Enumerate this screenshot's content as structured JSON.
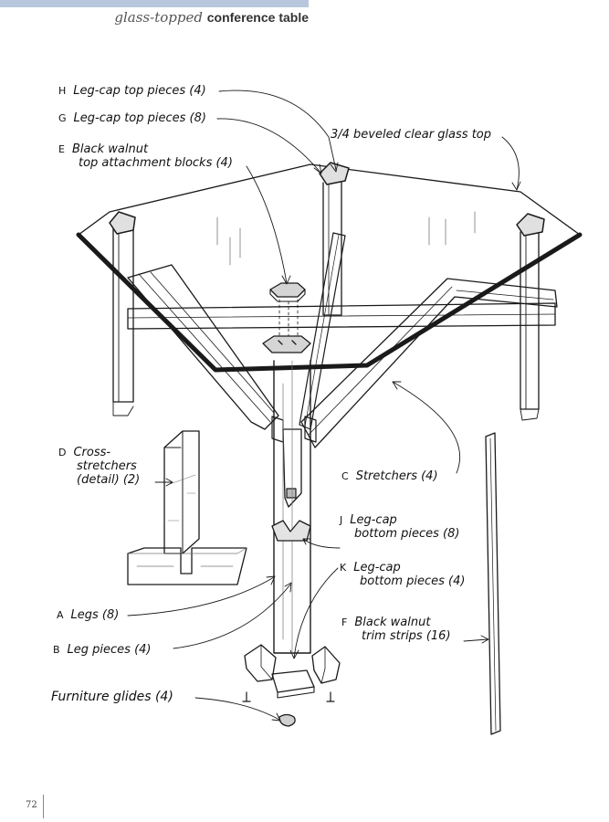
{
  "header": {
    "title_italic": "glass-topped",
    "title_bold": "conference table"
  },
  "labels": {
    "H": {
      "letter": "H",
      "text": "Leg-cap top pieces (4)"
    },
    "G": {
      "letter": "G",
      "text": "Leg-cap top pieces (8)"
    },
    "E": {
      "letter": "E",
      "line1": "Black walnut",
      "line2": "top attachment blocks (4)"
    },
    "glass": {
      "text": "3/4 beveled clear glass top"
    },
    "D": {
      "letter": "D",
      "line1": "Cross-",
      "line2": "stretchers",
      "line3": "(detail) (2)"
    },
    "C": {
      "letter": "C",
      "text": "Stretchers (4)"
    },
    "J": {
      "letter": "J",
      "line1": "Leg-cap",
      "line2": "bottom pieces (8)"
    },
    "K": {
      "letter": "K",
      "line1": "Leg-cap",
      "line2": "bottom pieces (4)"
    },
    "A": {
      "letter": "A",
      "text": "Legs (8)"
    },
    "F": {
      "letter": "F",
      "line1": "Black walnut",
      "line2": "trim strips (16)"
    },
    "B": {
      "letter": "B",
      "text": "Leg pieces (4)"
    },
    "glides": {
      "text": "Furniture glides (4)"
    }
  },
  "page_number": "72"
}
